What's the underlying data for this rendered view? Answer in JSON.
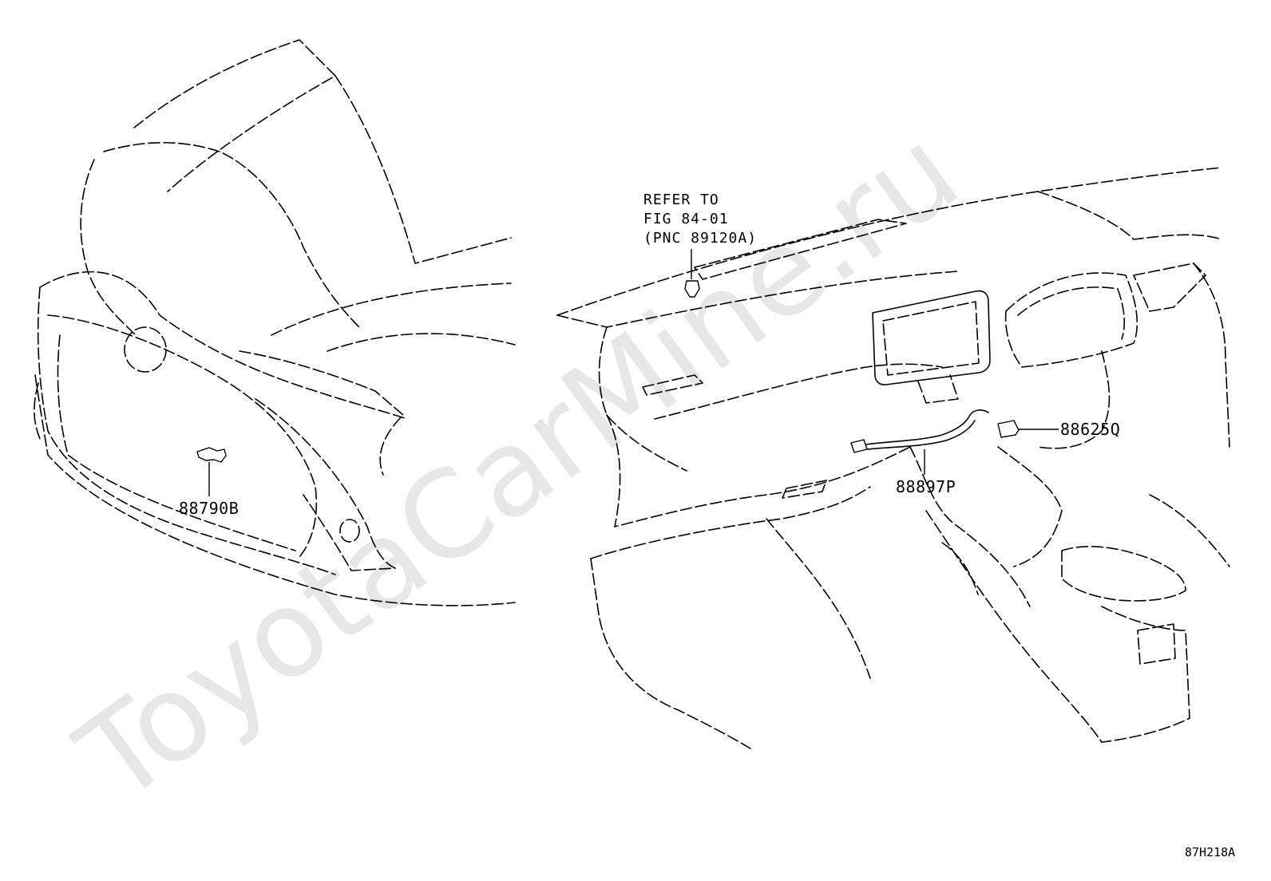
{
  "watermark": "ToyotaCarMine.ru",
  "figure_code": "87H218A",
  "reference_note": {
    "line1": "REFER TO",
    "line2": "FIG 84-01",
    "line3": "(PNC 89120A)"
  },
  "callouts": {
    "front_sensor": "88790B",
    "harness": "88897P",
    "switch": "88625Q"
  },
  "colors": {
    "line": "#000000",
    "background": "#ffffff",
    "watermark": "#e7e7e7"
  }
}
